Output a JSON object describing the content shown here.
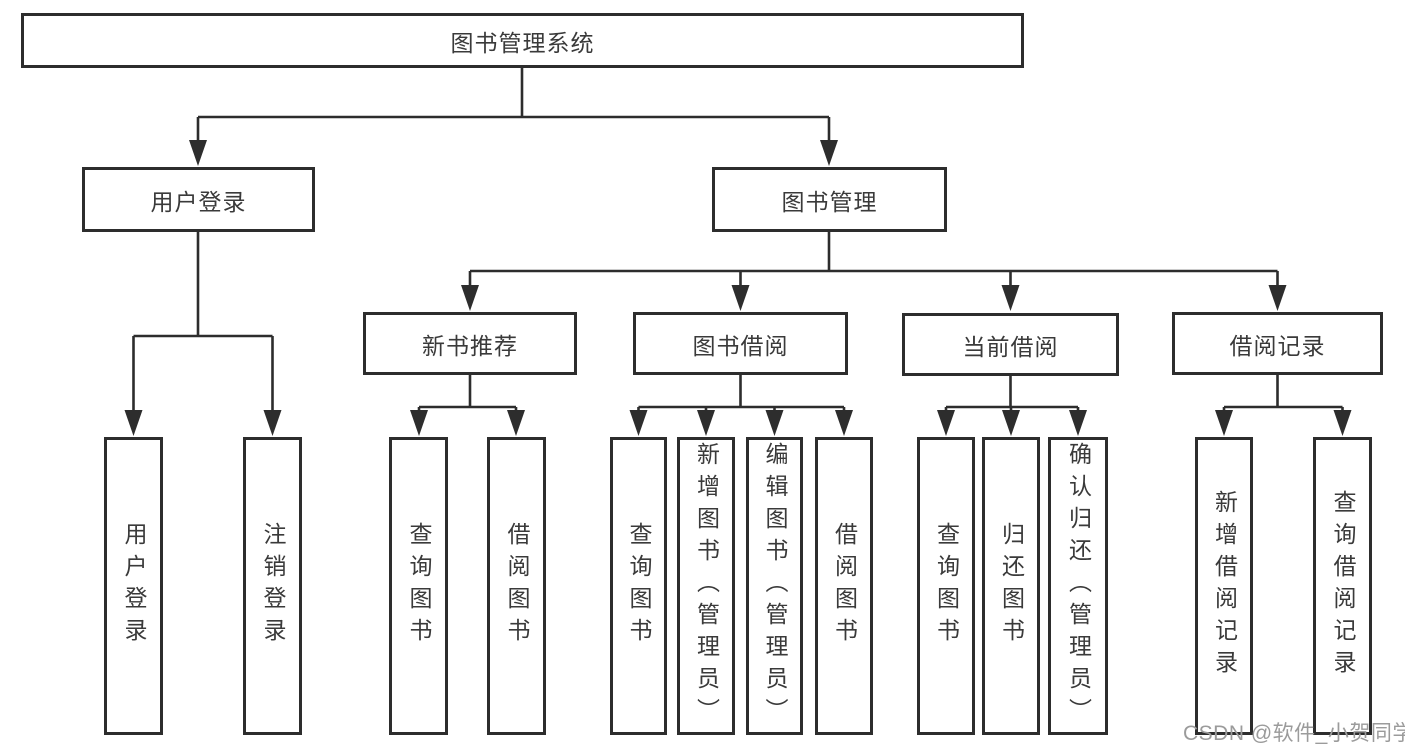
{
  "diagram": {
    "type": "tree",
    "title": "图书管理系统",
    "children": [
      {
        "label": "用户登录",
        "children": [
          {
            "label": "用户登录"
          },
          {
            "label": "注销登录"
          }
        ]
      },
      {
        "label": "图书管理",
        "children": [
          {
            "label": "新书推荐",
            "children": [
              {
                "label": "查询图书"
              },
              {
                "label": "借阅图书"
              }
            ]
          },
          {
            "label": "图书借阅",
            "children": [
              {
                "label": "查询图书"
              },
              {
                "label": "新增图书（管理员）"
              },
              {
                "label": "编辑图书（管理员）"
              },
              {
                "label": "借阅图书"
              }
            ]
          },
          {
            "label": "当前借阅",
            "children": [
              {
                "label": "查询图书"
              },
              {
                "label": "归还图书"
              },
              {
                "label": "确认归还（管理员）"
              }
            ]
          },
          {
            "label": "借阅记录",
            "children": [
              {
                "label": "新增借阅记录"
              },
              {
                "label": "查询借阅记录"
              }
            ]
          }
        ]
      }
    ]
  },
  "watermark": "CSDN @软件_小贺同学",
  "colors": {
    "line": "#2d2d2d",
    "border": "#2d2d2d",
    "text": "#3a3a3a",
    "watermark": "#9b9b9b",
    "background": "#ffffff"
  }
}
